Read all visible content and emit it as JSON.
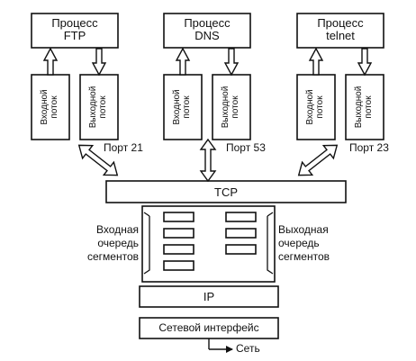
{
  "processes": [
    {
      "line1": "Процесс",
      "line2": "FTP",
      "port": "Порт 21"
    },
    {
      "line1": "Процесс",
      "line2": "DNS",
      "port": "Порт 53"
    },
    {
      "line1": "Процесс",
      "line2": "telnet",
      "port": "Порт 23"
    }
  ],
  "streams": {
    "input": {
      "line1": "Входной",
      "line2": "поток"
    },
    "output": {
      "line1": "Выходной",
      "line2": "поток"
    }
  },
  "layers": {
    "tcp": "TCP",
    "ip": "IP",
    "netif": "Сетевой интерфейс",
    "net": "Сеть"
  },
  "queues": {
    "input": {
      "line1": "Входная",
      "line2": "очередь",
      "line3": "сегментов"
    },
    "output": {
      "line1": "Выходная",
      "line2": "очередь",
      "line3": "сегментов"
    }
  },
  "colors": {
    "ink": "#111111",
    "background": "#ffffff"
  }
}
